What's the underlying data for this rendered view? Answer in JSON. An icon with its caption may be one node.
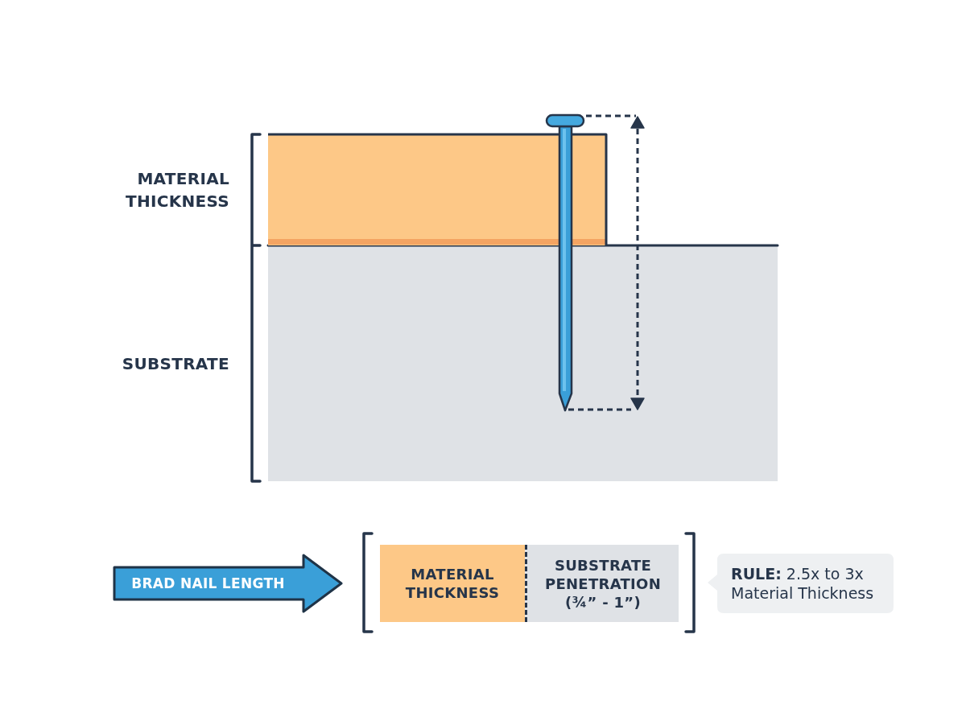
{
  "diagram": {
    "nodes": [
      {
        "text": [
          "BRAD NAIL LENGTH"
        ]
      },
      {
        "text": [
          "MATERIAL THICKNESS"
        ]
      },
      {
        "text": [
          "SUBSTRATE PENETRATION",
          "(¾” - 1”)"
        ]
      },
      {
        "text": [
          "**RULE:** 2.5x to 3x Material Thickness"
        ]
      }
    ],
    "labels": [
      "MATERIAL THICKNESS",
      "SUBSTRATE"
    ]
  }
}
